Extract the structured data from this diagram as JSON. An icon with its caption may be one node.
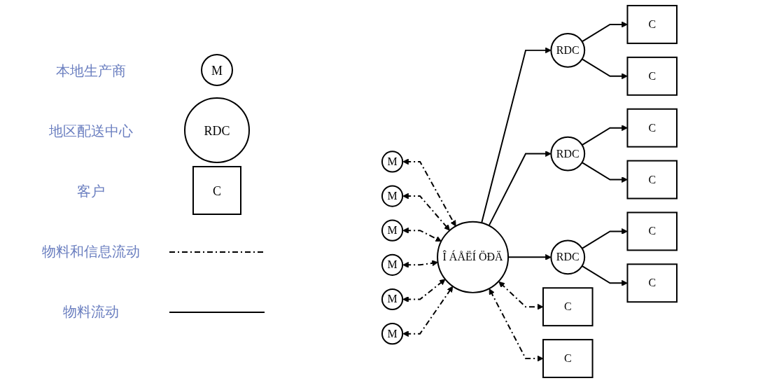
{
  "diagram": {
    "nodes": [
      {
        "text": [
          "Î ÁÅËÍ ÖÐÄ"
        ]
      },
      {
        "text": [
          "RDC"
        ]
      },
      {
        "text": [
          "RDC"
        ]
      },
      {
        "text": [
          "RDC"
        ]
      },
      {
        "text": [
          "C"
        ]
      },
      {
        "text": [
          "C"
        ]
      },
      {
        "text": [
          "C"
        ]
      },
      {
        "text": [
          "C"
        ]
      },
      {
        "text": [
          "C"
        ]
      },
      {
        "text": [
          "C"
        ]
      },
      {
        "text": [
          "C"
        ]
      },
      {
        "text": [
          "C"
        ]
      },
      {
        "text": [
          "M"
        ]
      },
      {
        "text": [
          "M"
        ]
      },
      {
        "text": [
          "M"
        ]
      },
      {
        "text": [
          "M"
        ]
      },
      {
        "text": [
          "M"
        ]
      },
      {
        "text": [
          "M"
        ]
      },
      {
        "text": [
          "M"
        ]
      },
      {
        "text": [
          "RDC"
        ]
      },
      {
        "text": [
          "C"
        ]
      }
    ],
    "edges": [
      {
        "from": 0,
        "to": 1,
        "arrow": "to"
      },
      {
        "from": 0,
        "to": 2,
        "arrow": "to"
      },
      {
        "from": 0,
        "to": 3,
        "arrow": "to"
      },
      {
        "from": 1,
        "to": 4,
        "arrow": "to"
      },
      {
        "from": 1,
        "to": 5,
        "arrow": "to"
      },
      {
        "from": 2,
        "to": 6,
        "arrow": "to"
      },
      {
        "from": 2,
        "to": 7,
        "arrow": "to"
      },
      {
        "from": 3,
        "to": 8,
        "arrow": "to"
      },
      {
        "from": 3,
        "to": 9,
        "arrow": "to"
      },
      {
        "from": 0,
        "to": 10,
        "arrow": "both",
        "style": "dashed"
      },
      {
        "from": 0,
        "to": 11,
        "arrow": "both",
        "style": "dashed"
      },
      {
        "from": 12,
        "to": 0,
        "arrow": "both",
        "style": "dashed"
      },
      {
        "from": 13,
        "to": 0,
        "arrow": "both",
        "style": "dashed"
      },
      {
        "from": 14,
        "to": 0,
        "arrow": "both",
        "style": "dashed"
      },
      {
        "from": 15,
        "to": 0,
        "arrow": "both",
        "style": "dashed"
      },
      {
        "from": 16,
        "to": 0,
        "arrow": "both",
        "style": "dashed"
      },
      {
        "from": 17,
        "to": 0,
        "arrow": "both",
        "style": "dashed"
      }
    ],
    "legend": [
      {
        "text": "本地生产商"
      },
      {
        "text": "地区配送中心"
      },
      {
        "text": "客户"
      },
      {
        "text": "物料和信息流动"
      },
      {
        "text": "物料流动"
      }
    ]
  }
}
